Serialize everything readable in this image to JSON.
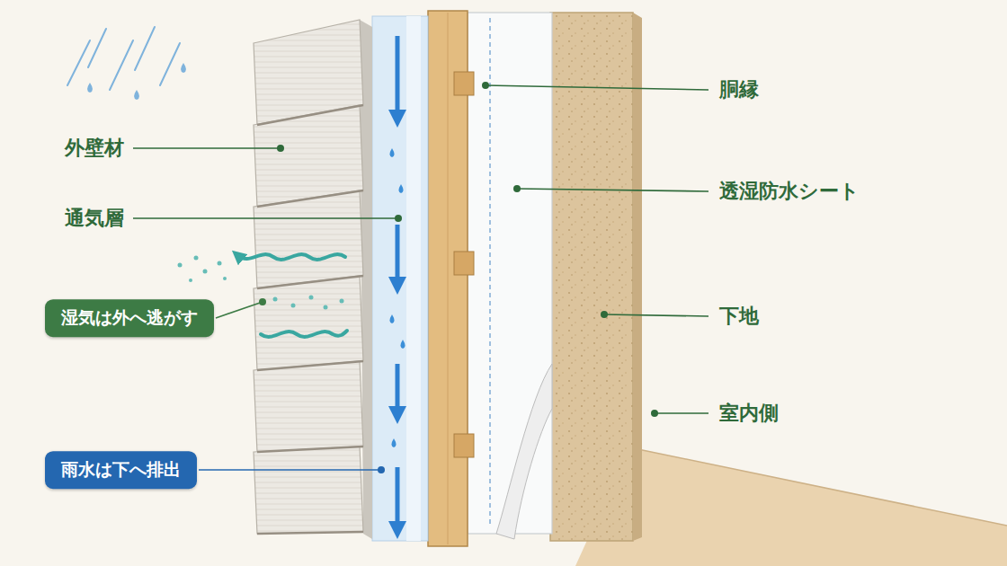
{
  "diagram": {
    "nodes": [
      {
        "text": [
          "湿気は外へ逃がす"
        ]
      },
      {
        "text": [
          "雨水は下へ排出"
        ]
      }
    ],
    "labels": [
      "外壁材",
      "通気層",
      "胴縁",
      "透湿防水シート",
      "下地",
      "室内側"
    ]
  }
}
